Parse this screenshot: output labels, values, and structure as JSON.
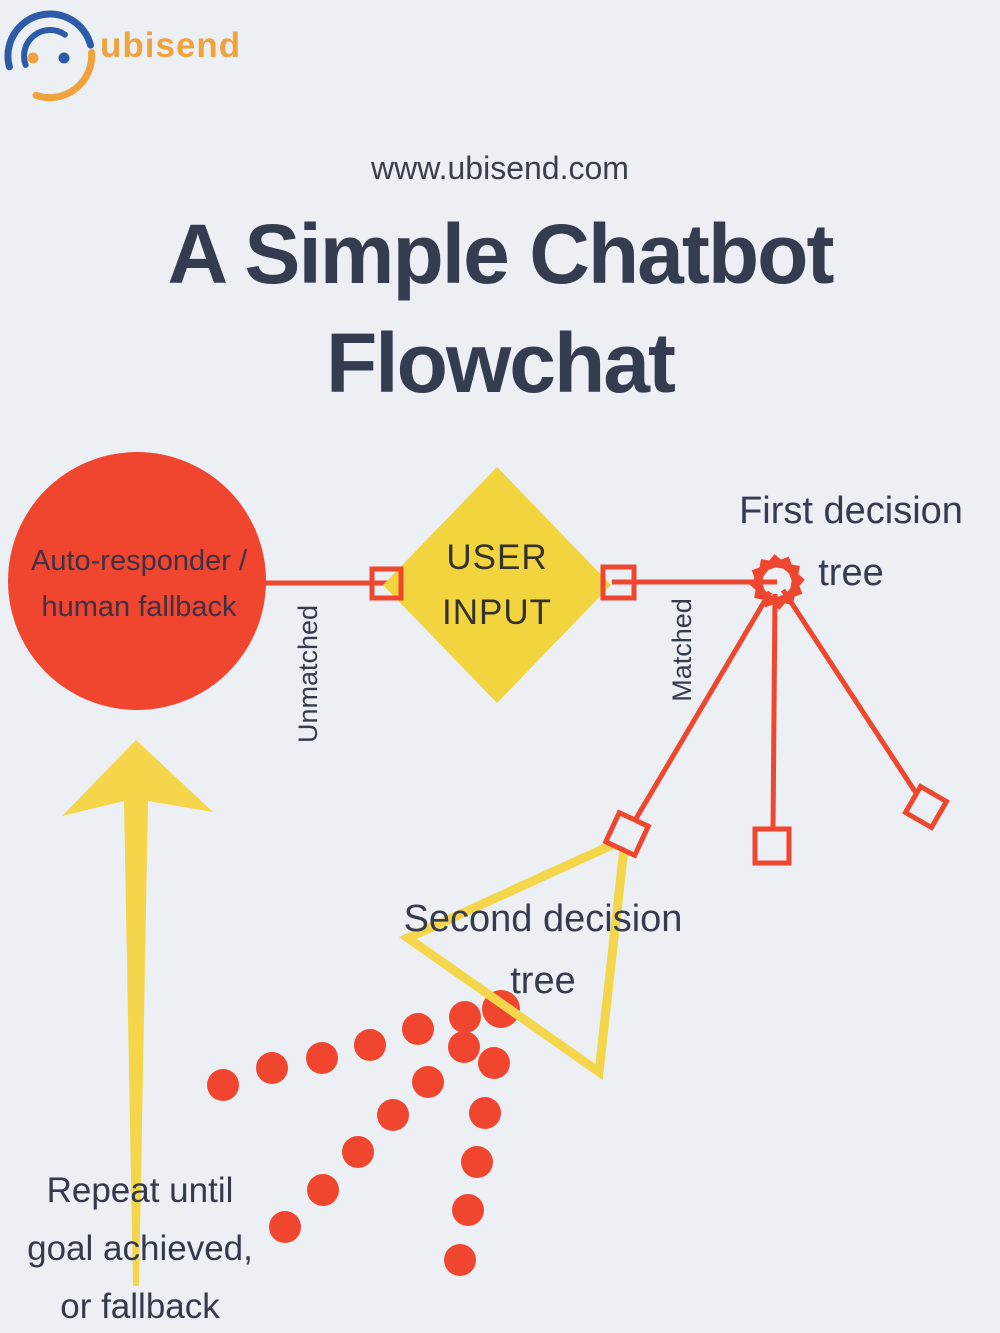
{
  "logo": {
    "brand": "ubisend"
  },
  "header": {
    "website": "www.ubisend.com",
    "title_line1": "A Simple Chatbot",
    "title_line2": "Flowchat"
  },
  "nodes": {
    "auto_responder": {
      "line1": "Auto-responder /",
      "line2": "human fallback"
    },
    "user_input": {
      "line1": "USER",
      "line2": "INPUT"
    },
    "first_tree": {
      "line1": "First decision",
      "line2": "tree"
    },
    "second_tree": {
      "line1": "Second decision",
      "line2": "tree"
    }
  },
  "edges": {
    "unmatched": "Unmatched",
    "matched": "Matched"
  },
  "footer_note": {
    "line1": "Repeat until",
    "line2": "goal achieved,",
    "line3": "or fallback"
  },
  "colors": {
    "background": "#ECEFF3",
    "red": "#F0462F",
    "red_stroke": "#EF4630",
    "diamond_yellow": "#F2D43E",
    "arrow_yellow": "#F5D54A",
    "navy_text": "#353C4F",
    "logo_blue": "#2B5BA9",
    "logo_orange": "#F0A23C"
  },
  "decor": {
    "dot_radius": 16,
    "dots": [
      [
        223,
        1085
      ],
      [
        272,
        1068
      ],
      [
        322,
        1058
      ],
      [
        370,
        1045
      ],
      [
        418,
        1029
      ],
      [
        465,
        1017
      ],
      [
        501,
        1009,
        19
      ],
      [
        464,
        1047
      ],
      [
        494,
        1063
      ],
      [
        428,
        1082
      ],
      [
        393,
        1115
      ],
      [
        358,
        1152
      ],
      [
        323,
        1190
      ],
      [
        285,
        1227
      ],
      [
        485,
        1113
      ],
      [
        477,
        1162
      ],
      [
        468,
        1210
      ],
      [
        460,
        1260
      ]
    ]
  }
}
